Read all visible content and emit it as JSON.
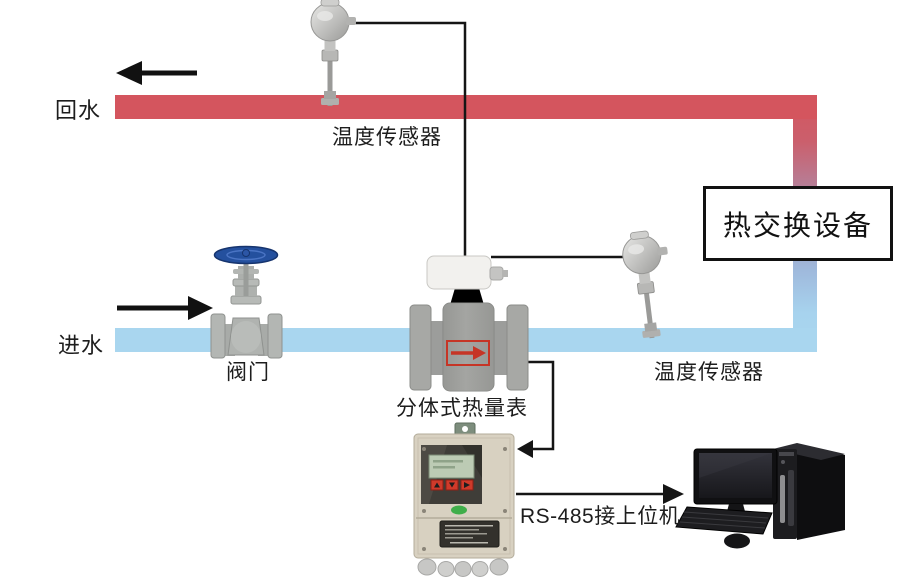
{
  "diagram": {
    "kind": "heat-metering-system-schematic",
    "labels": {
      "return_water": "回水",
      "inlet_water": "进水",
      "temp_sensor_top": "温度传感器",
      "valve": "阀门",
      "heat_meter": "分体式热量表",
      "temp_sensor_right": "温度传感器",
      "heat_exchanger": "热交换设备",
      "rs485_link": "RS-485接上位机"
    },
    "colors": {
      "return_pipe": "#d4555e",
      "inlet_pipe": "#a9d6ef",
      "wire": "#151515",
      "flow_arrow": "#111111",
      "valve_handwheel": "#24509e",
      "meter_body": "#9fa09d",
      "meter_flange": "#a7a8a5",
      "meter_decal": "#c63526",
      "converter_box": "#f2f1ee",
      "controller_body": "#d8d1c1",
      "lcd_screen": "#bccbb4",
      "button_red": "#cf3a2a",
      "heat_exchanger_border": "#111111"
    }
  }
}
